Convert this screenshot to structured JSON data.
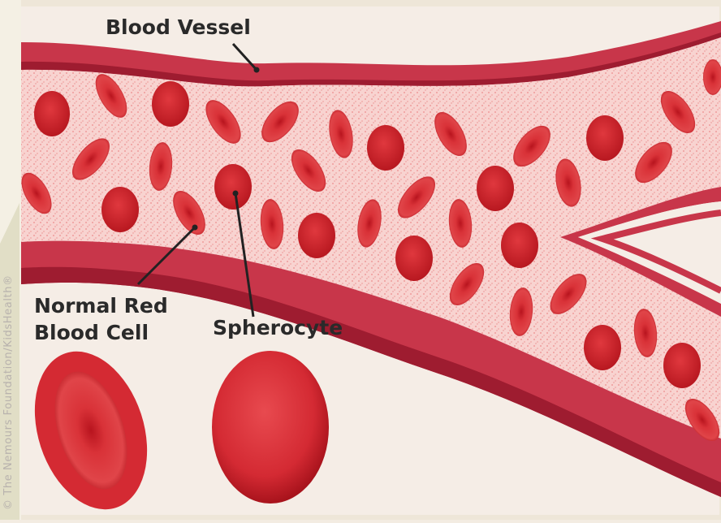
{
  "labels": {
    "blood_vessel": "Blood Vessel",
    "normal_red_line1": "Normal Red",
    "normal_red_line2": "Blood Cell",
    "spherocyte": "Spherocyte"
  },
  "credit": "© The Nemours Foundation/KidsHealth®",
  "colors": {
    "background": "#f5ede6",
    "vessel_wall": "#c8364a",
    "vessel_wall_dark": "#9e1c30",
    "plasma": "#f6c6c4",
    "cell": "#d42a33",
    "cell_dark": "#a8131c",
    "frame": "#6a6a3a"
  }
}
